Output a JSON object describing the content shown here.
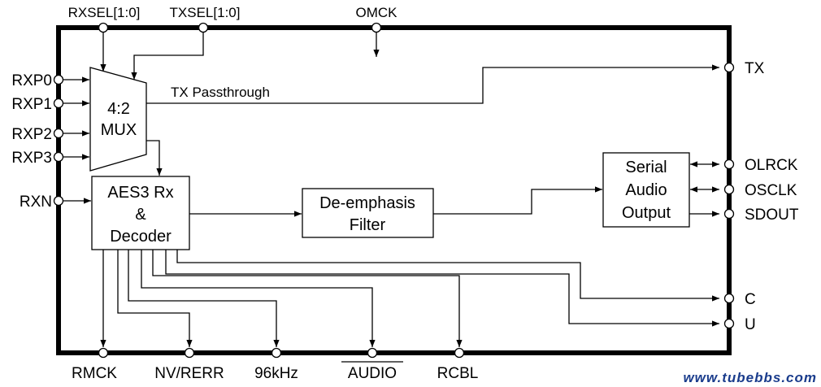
{
  "top_pins": [
    "RXSEL[1:0]",
    "TXSEL[1:0]",
    "OMCK"
  ],
  "left_pins": [
    "RXP0",
    "RXP1",
    "RXP2",
    "RXP3",
    "RXN"
  ],
  "right_pins": [
    "TX",
    "OLRCK",
    "OSCLK",
    "SDOUT",
    "C",
    "U"
  ],
  "bottom_pins": [
    "RMCK",
    "NV/RERR",
    "96kHz",
    "AUDIO",
    "RCBL"
  ],
  "blocks": {
    "mux": [
      "4:2",
      "MUX"
    ],
    "aes3": [
      "AES3 Rx",
      "&",
      "Decoder"
    ],
    "deemph": [
      "De-emphasis",
      "Filter"
    ],
    "serial": [
      "Serial",
      "Audio",
      "Output"
    ]
  },
  "signals": {
    "tx_passthrough": "TX Passthrough"
  },
  "watermark": "www.tubebbs.com"
}
